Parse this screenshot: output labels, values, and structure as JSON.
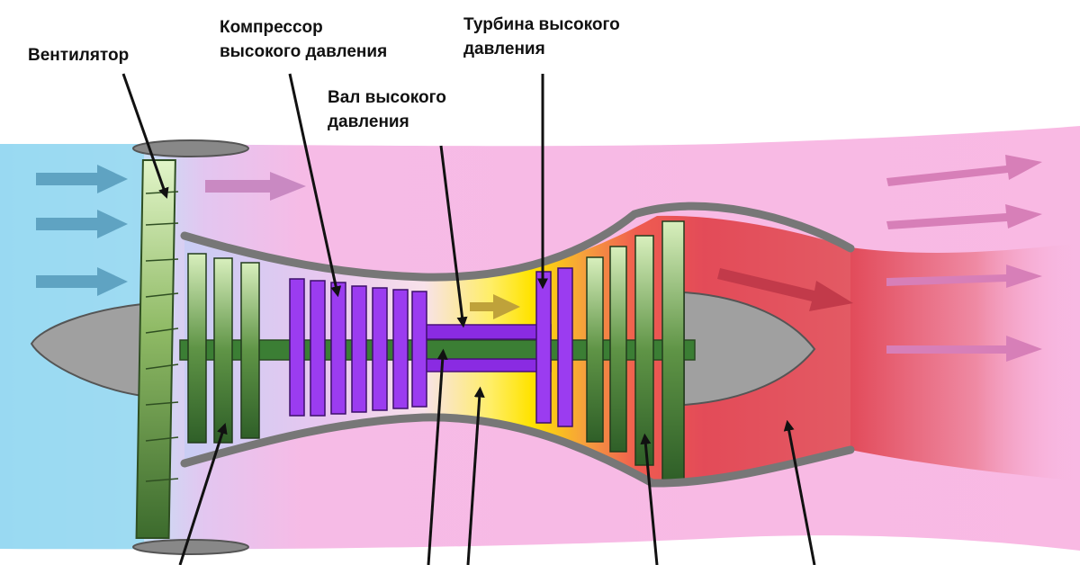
{
  "diagram": {
    "labels": {
      "fan": "Вентилятор",
      "hp_compressor_line1": "Компрессор",
      "hp_compressor_line2": "высокого давления",
      "hp_shaft_line1": "Вал высокого",
      "hp_shaft_line2": "давления",
      "hp_turbine_line1": "Турбина высокого",
      "hp_turbine_line2": "давления"
    },
    "colors": {
      "intake_air": "#a9d8ef",
      "bypass_air": "#f7b9e6",
      "combustion": "#ffe600",
      "exhaust": "#e0505e",
      "fan_blades": "#7fa85a",
      "lp_stages": "#3e7a35",
      "hp_stages": "#8a2be2",
      "casing": "#888888"
    },
    "icons": [
      "flow-arrow-icon"
    ]
  }
}
